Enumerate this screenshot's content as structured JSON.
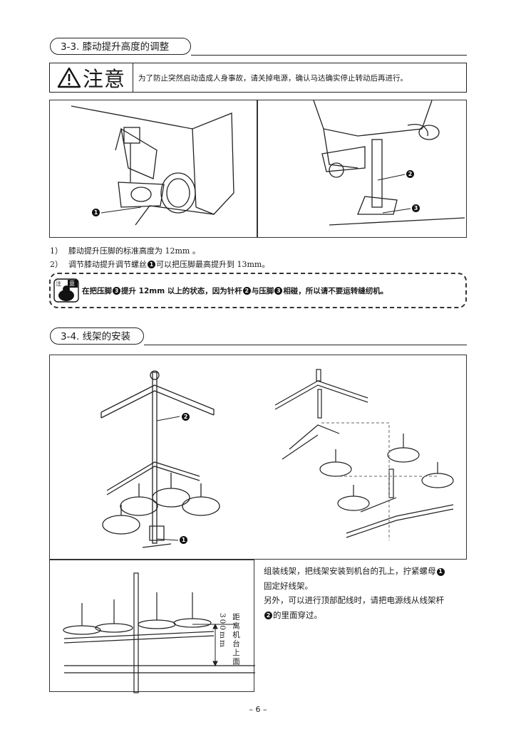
{
  "section1": {
    "title": "3-3. 膝动提升高度的调整",
    "warning_word": "注意",
    "warning_text": "为了防止突然启动造成人身事故，请关掉电源，确认马达确实停止转动后再进行。",
    "callouts": {
      "c1": "1",
      "c2": "2",
      "c3": "3"
    },
    "steps": [
      {
        "index": "1）",
        "text": "膝动提升压脚的标准高度为 12mm 。"
      },
      {
        "index": "2）",
        "pre": "调节膝动提升调节螺丝",
        "num": "1",
        "post": "可以把压脚最高提升到 13mm。"
      }
    ],
    "caution": {
      "badge_top_left": "注",
      "badge_top_right": "意",
      "seg1": "在把压脚",
      "n3a": "3",
      "seg2": "提升 12mm 以上的状态，因为针杆",
      "n2": "2",
      "seg3": "与压脚",
      "n3b": "3",
      "seg4": "相碰，所以请不要运转缝纫机。"
    }
  },
  "section2": {
    "title": "3-4. 线架的安装",
    "callouts": {
      "c1": "1",
      "c2": "2"
    },
    "para_lines": [
      {
        "pre": "组装线架，把线架安装到机台的孔上，拧紧螺母",
        "num": "1"
      },
      {
        "pre": "固定好线架。"
      },
      {
        "pre": "另外，可以进行顶部配线时，请把电源线从线架杆"
      },
      {
        "num": "2",
        "post": "的里面穿过。"
      }
    ],
    "dim_label_a": "300mm",
    "dim_label_b": "距离机台上面"
  },
  "page_number": "– 6 –"
}
